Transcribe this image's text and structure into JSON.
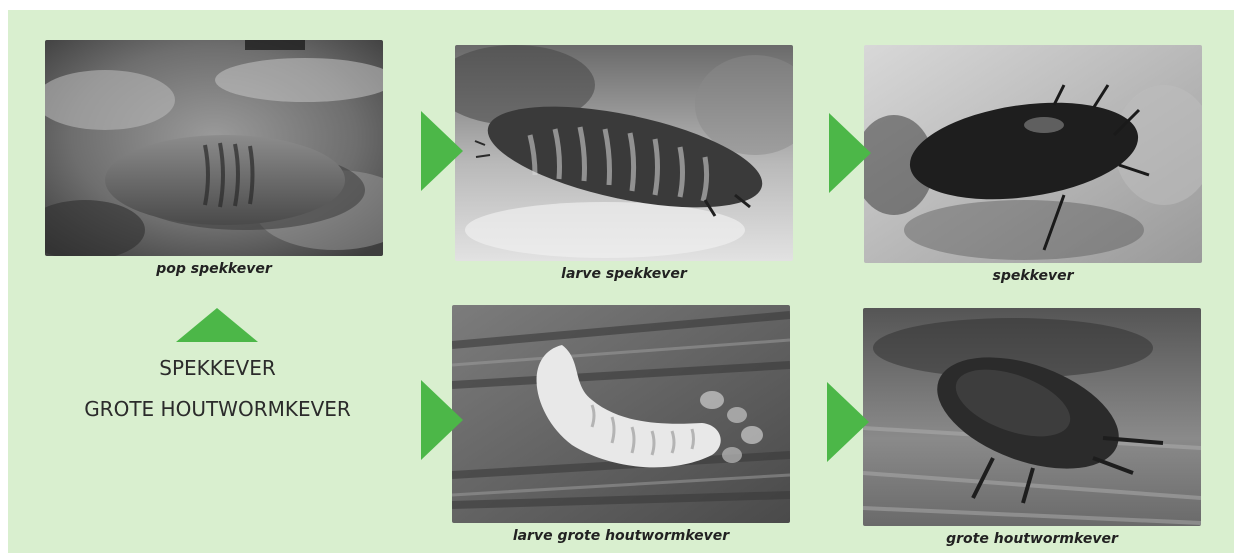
{
  "titles": {
    "line1": "SPEKKEVER",
    "line2": "GROTE HOUTWORMKEVER"
  },
  "captions": {
    "pop_spekkever": "pop spekkever",
    "larve_spekkever": "larve spekkever",
    "spekkever": "spekkever",
    "larve_grote_houtwormkever": "larve grote houtwormkever",
    "grote_houtwormkever": "grote houtwormkever"
  },
  "colors": {
    "panel_background": "#d9efcf",
    "arrow_green": "#4cb748"
  },
  "icons": {
    "arrow_right": "triangle-right-icon",
    "arrow_up": "triangle-up-icon"
  }
}
